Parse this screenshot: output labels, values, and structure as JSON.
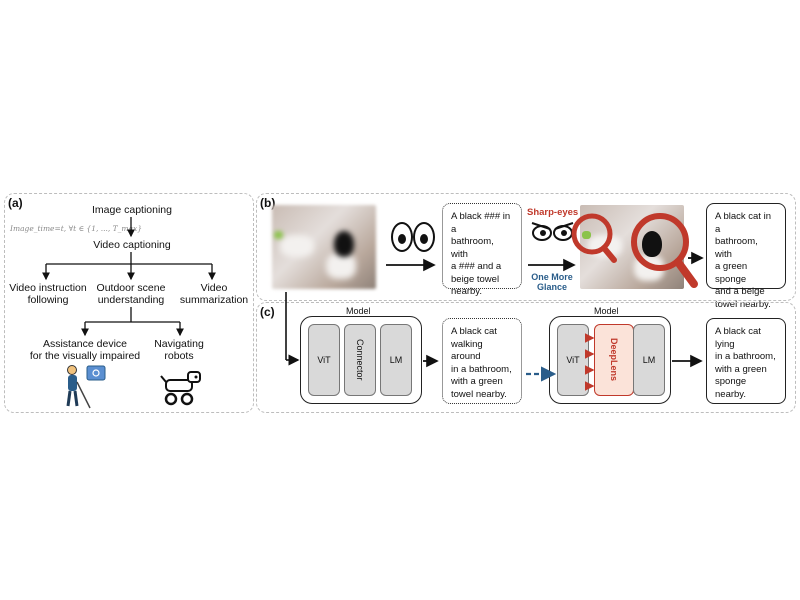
{
  "panel_a": {
    "label": "(a)",
    "image_captioning": "Image captioning",
    "formula": "Image_time=t, ∀t ∈ {1, ..., T_max}",
    "video_captioning": "Video captioning",
    "branches": [
      "Video instruction\nfollowing",
      "Outdoor scene\nunderstanding",
      "Video\nsummarization"
    ],
    "applications": [
      "Assistance device\nfor the visually impaired",
      "Navigating\nrobots"
    ]
  },
  "panel_b": {
    "label": "(b)",
    "caption_blurred": "A black ### in a\nbathroom, with\na ### and a\nbeige towel\nnearby.",
    "sharp_eyes": "Sharp-eyes",
    "one_more_glance": "One More\nGlance",
    "caption_sharp": "A black cat in a\nbathroom, with\na green sponge\nand a beige\ntowel nearby."
  },
  "panel_c": {
    "label": "(c)",
    "model_title": "Model",
    "vit": "ViT",
    "connector": "Connector",
    "lm": "LM",
    "caption_base": "A black cat\nwalking around\nin a bathroom,\nwith a green\ntowel nearby.",
    "deeplens": "DeepLens",
    "caption_deeplens": "A black cat lying\nin a bathroom,\nwith a green\nsponge nearby."
  },
  "colors": {
    "accent_red": "#c0392b",
    "accent_blue": "#2a5d8a",
    "deeplens_bg": "#fbe3d9"
  }
}
